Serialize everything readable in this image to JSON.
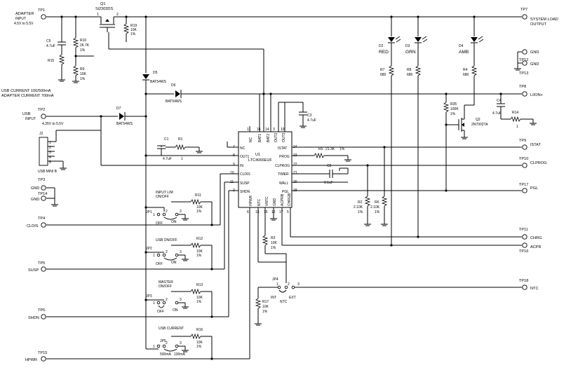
{
  "testpoints": {
    "tp1": {
      "label": "TP1",
      "name_l1": "ADAPTER",
      "name_l2": "INPUT",
      "name_l3": "4.5V to 5.5V"
    },
    "tp2": {
      "label": "TP2",
      "name_l1": "USB",
      "name_l2": "INPUT",
      "name_l3": "4.35V to 5.5V"
    },
    "tp3": {
      "label": "TP3",
      "name": "GND"
    },
    "tp14": {
      "label": "TP14",
      "name": "GND"
    },
    "tp4": {
      "label": "TP4",
      "name": "CLDIS"
    },
    "tp5": {
      "label": "TP5",
      "name": "SUSP"
    },
    "tp6": {
      "label": "TP6",
      "name": "SHDN"
    },
    "tp15": {
      "label": "TP15",
      "name": "HPWR"
    },
    "tp7": {
      "label": "TP7",
      "name_l1": "SYSTEM LOAD",
      "name_l2": "OUTPUT"
    },
    "tp8": {
      "label": "TP8",
      "name": "LIION+"
    },
    "tp9": {
      "label": "TP9",
      "name": "ISTAT"
    },
    "tp10": {
      "label": "TP10",
      "name": "CLPROG"
    },
    "tp17": {
      "label": "TP17",
      "name": "PGL"
    },
    "tp11": {
      "label": "TP11",
      "name": "CHRG"
    },
    "tp16": {
      "label": "TP16",
      "name": "ACPR"
    },
    "tp12": {
      "label": "TP12",
      "name": "GND"
    },
    "tp13": {
      "label": "TP13",
      "name": "GND"
    },
    "tp18": {
      "label": "TP18",
      "name": "NTC"
    }
  },
  "gnd_top": "GND",
  "usb_current_note_l1": "USB CURRENT 100/500mA",
  "usb_current_note_l2": "ADAPTER CURRENT 700mA",
  "q1": {
    "ref": "Q1",
    "part": "Si2303DS"
  },
  "q2": {
    "ref": "Q2",
    "part": "2N7002TA"
  },
  "u1": {
    "ref": "U1",
    "part": "LTC4066EUF"
  },
  "j2": {
    "ref": "J2",
    "name": "USB MINI B",
    "pins": [
      "1",
      "2",
      "3",
      "4",
      "5"
    ]
  },
  "diodes": {
    "d5": {
      "ref": "D5",
      "part": "BAT54WS"
    },
    "d6": {
      "ref": "D6",
      "part": "BAT54WS"
    },
    "d7": {
      "ref": "D7",
      "part": "BAT54WS"
    }
  },
  "leds": {
    "d2": {
      "ref": "D2",
      "color": "RED"
    },
    "d3": {
      "ref": "D3",
      "color": "GRN"
    },
    "d4": {
      "ref": "D4",
      "color": "AMB"
    }
  },
  "capacitors": {
    "c1": {
      "ref": "C1",
      "value": "4.7uF"
    },
    "c2": {
      "ref": "C2",
      "value": "0.1uF"
    },
    "c3": {
      "ref": "C3",
      "value": "4.7uF"
    },
    "c4": {
      "ref": "C4",
      "value": "4.7uF"
    },
    "c5": {
      "ref": "C5",
      "value": "4.7uF"
    }
  },
  "resistors": {
    "r1": {
      "ref": "R1",
      "value": "1"
    },
    "r2": {
      "ref": "R2",
      "value": "2.10K",
      "tol": "1%"
    },
    "r3": {
      "ref": "R3",
      "value": "10K",
      "tol": "1%"
    },
    "r4": {
      "ref": "R4",
      "value": "680"
    },
    "r5": {
      "ref": "R5",
      "value": "21.3K",
      "tol": "1%"
    },
    "r6": {
      "ref": "R6",
      "value": "2.10K",
      "tol": "1%"
    },
    "r7": {
      "ref": "R7",
      "value": "680"
    },
    "r8": {
      "ref": "R8",
      "value": "680"
    },
    "r9": {
      "ref": "R9",
      "value": "10K",
      "tol": "1%"
    },
    "r10": {
      "ref": "R10",
      "value": "26.7K",
      "tol": "1%"
    },
    "r11": {
      "ref": "R11",
      "value": "10K",
      "tol": "1%"
    },
    "r12": {
      "ref": "R12",
      "value": "10K",
      "tol": "1%"
    },
    "r13": {
      "ref": "R13",
      "value": "10K",
      "tol": "1%"
    },
    "r14": {
      "ref": "R14",
      "value": "1"
    },
    "r15": {
      "ref": "R15"
    },
    "r16": {
      "ref": "R16",
      "value": "10K",
      "tol": "1%"
    },
    "r17": {
      "ref": "R17",
      "value": "10K",
      "tol": "1%"
    },
    "r19": {
      "ref": "R19",
      "value": "10K",
      "tol": "1%"
    },
    "r35": {
      "ref": "R35",
      "value": "100K",
      "tol": "1%"
    }
  },
  "jumpers": {
    "jp1": {
      "ref": "JP1",
      "title_l1": "INPUT LIM",
      "title_l2": "ON/OFF",
      "on": "ON",
      "off": "OFF"
    },
    "jp2": {
      "ref": "JP2",
      "title": "USB ON/OFF",
      "on": "ON",
      "off": "OFF"
    },
    "jp3": {
      "ref": "JP3",
      "title_l1": "MASTER",
      "title_l2": "ON/OFF",
      "on": "ON",
      "off": "OFF"
    },
    "jp4": {
      "ref": "JP4",
      "int": "INT",
      "ext": "EXT",
      "ntc": "NTC"
    },
    "jp5": {
      "ref": "JP5",
      "title": "USB CURRENT",
      "opt1": "500mA",
      "opt2": "100mA"
    }
  },
  "pins": {
    "nc_l": "NC",
    "out1": "OUT1",
    "in": "IN",
    "cldis": "CLDIS",
    "susp": "SUSP",
    "shdn": "SHDN",
    "istat": "ISTAT",
    "prog": "PROG",
    "clprog": "CLPROG",
    "timer": "TIMER",
    "wall": "WALL",
    "pgl": "PGL",
    "top": [
      "NC",
      "BAT1",
      "BAT2",
      "OUT2",
      "OUT3"
    ],
    "bottom": [
      "HPWR",
      "NTC",
      "VNTC",
      "GND",
      "ACPRB",
      "CHRGB"
    ],
    "num_left": [
      "7",
      "8",
      "9",
      "10",
      "11",
      "2"
    ],
    "num_right": [
      "24",
      "23",
      "22",
      "21",
      "20",
      "18"
    ],
    "num_top": [
      "1",
      "16",
      "14",
      "3",
      "19"
    ],
    "num_bottom": [
      "6",
      "13",
      "15",
      "12",
      "17",
      "5"
    ],
    "sw_nums": [
      "1",
      "2",
      "3"
    ]
  }
}
